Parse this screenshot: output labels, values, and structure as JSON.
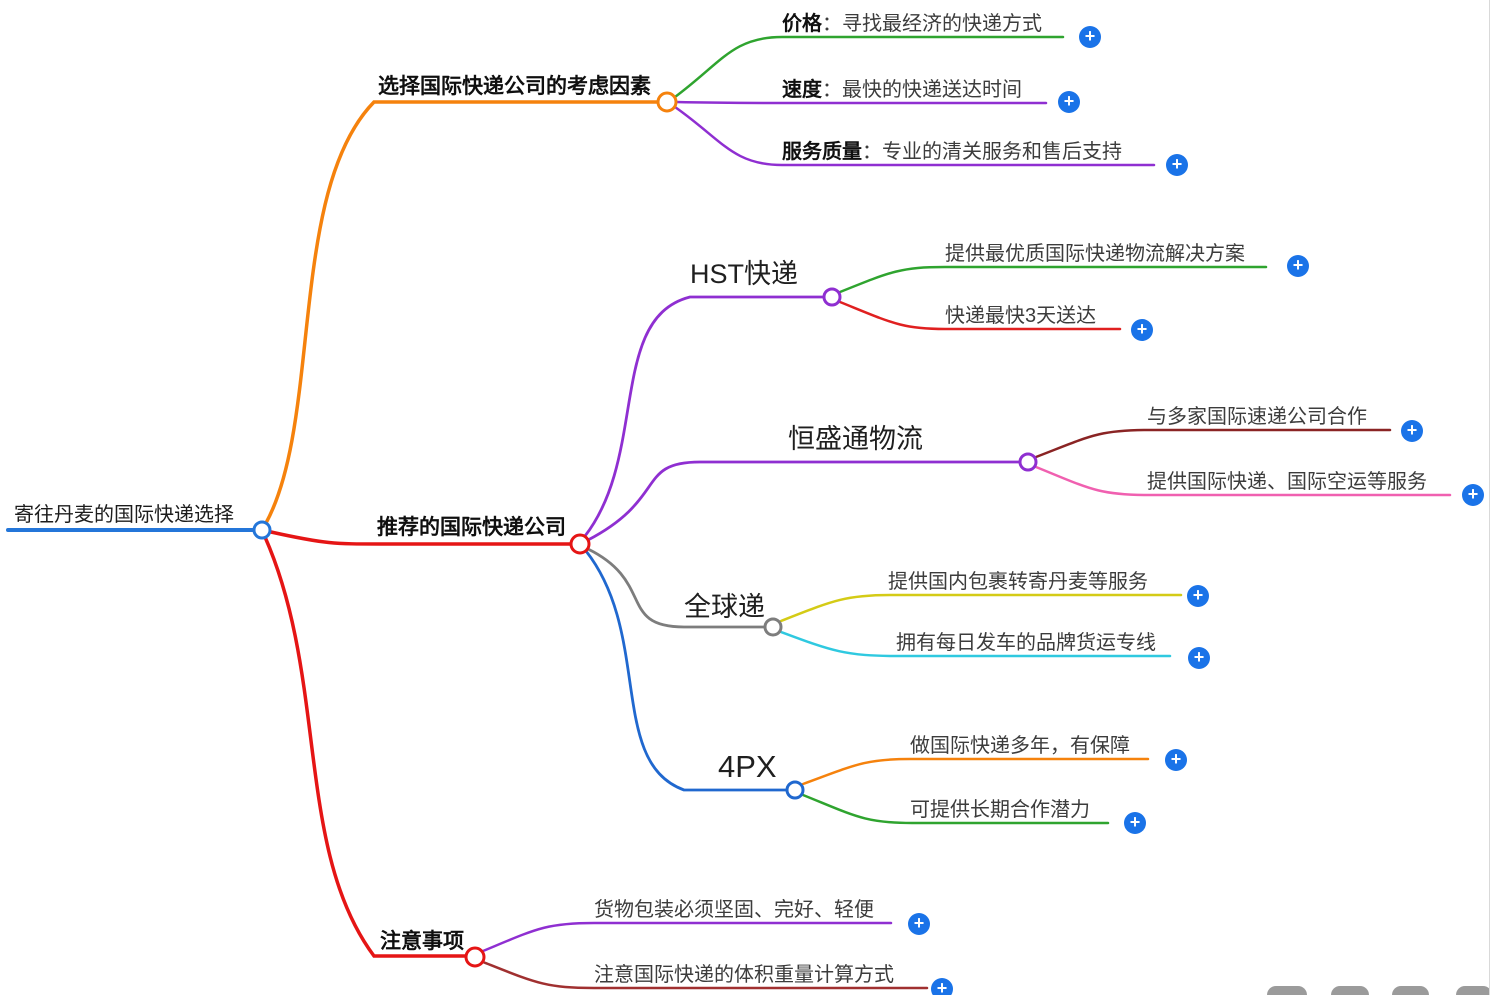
{
  "canvas": {
    "background": "#ffffff"
  },
  "icons": {
    "plus": "+",
    "plus_color": "#1a73e8"
  },
  "root": {
    "label": "寄往丹麦的国际快递选择",
    "color": "#2476d9"
  },
  "branches": [
    {
      "label": "选择国际快递公司的考虑因素",
      "color": "#f5820d",
      "children": [
        {
          "lead": "价格",
          "text": "：寻找最经济的快递方式",
          "color": "#2fa42f"
        },
        {
          "lead": "速度",
          "text": "：最快的快递送达时间",
          "color": "#8f2fd1"
        },
        {
          "lead": "服务质量",
          "text": "：专业的清关服务和售后支持",
          "color": "#8f2fd1"
        }
      ]
    },
    {
      "label": "推荐的国际快递公司",
      "color": "#e51515",
      "children": [
        {
          "label": "HST快递",
          "color": "#8f2fd1",
          "children": [
            {
              "text": "提供最优质国际快递物流解决方案",
              "color": "#2fa42f"
            },
            {
              "text": "快递最快3天送达",
              "color": "#e02020"
            }
          ]
        },
        {
          "label": "恒盛通物流",
          "color": "#8f2fd1",
          "children": [
            {
              "text": "与多家国际速递公司合作",
              "color": "#8a2424"
            },
            {
              "text": "提供国际快递、国际空运等服务",
              "color": "#f060b0"
            }
          ]
        },
        {
          "label": "全球递",
          "color": "#7d7d7d",
          "children": [
            {
              "text": "提供国内包裹转寄丹麦等服务",
              "color": "#d4cb16"
            },
            {
              "text": "拥有每日发车的品牌货运专线",
              "color": "#2fc9e0"
            }
          ]
        },
        {
          "label": "4PX",
          "color": "#2068cf",
          "children": [
            {
              "text": "做国际快递多年，有保障",
              "color": "#f5820d"
            },
            {
              "text": "可提供长期合作潜力",
              "color": "#2fa42f"
            }
          ]
        }
      ]
    },
    {
      "label": "注意事项",
      "color": "#e51515",
      "children": [
        {
          "text": "货物包装必须坚固、完好、轻便",
          "color": "#8f2fd1"
        },
        {
          "text": "注意国际快递的体积重量计算方式",
          "color": "#a03030"
        }
      ]
    }
  ],
  "bottom_toolbar": {
    "visible_button_count": 4
  }
}
